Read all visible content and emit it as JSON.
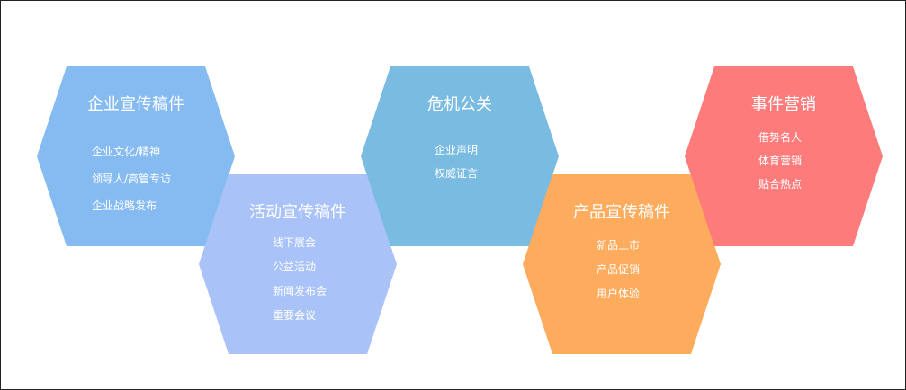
{
  "colors": {
    "blue": "#86bbf1",
    "periwinkle": "#a9c3f8",
    "sky": "#7abbe1",
    "orange": "#fdab5c",
    "coral": "#fe7b7b"
  },
  "hexagons": [
    {
      "title": "企业宣传稿件",
      "items": [
        "企业文化/精神",
        "领导人/高管专访",
        "企业战略发布"
      ],
      "color": "#86bbf1"
    },
    {
      "title": "活动宣传稿件",
      "items": [
        "线下展会",
        "公益活动",
        "新闻发布会",
        "重要会议"
      ],
      "color": "#a9c3f8"
    },
    {
      "title": "危机公关",
      "items": [
        "企业声明",
        "权威证言"
      ],
      "color": "#7abbe1"
    },
    {
      "title": "产品宣传稿件",
      "items": [
        "新品上市",
        "产品促销",
        "用户体验"
      ],
      "color": "#fdab5c"
    },
    {
      "title": "事件营销",
      "items": [
        "借势名人",
        "体育营销",
        "贴合热点"
      ],
      "color": "#fe7b7b"
    }
  ]
}
